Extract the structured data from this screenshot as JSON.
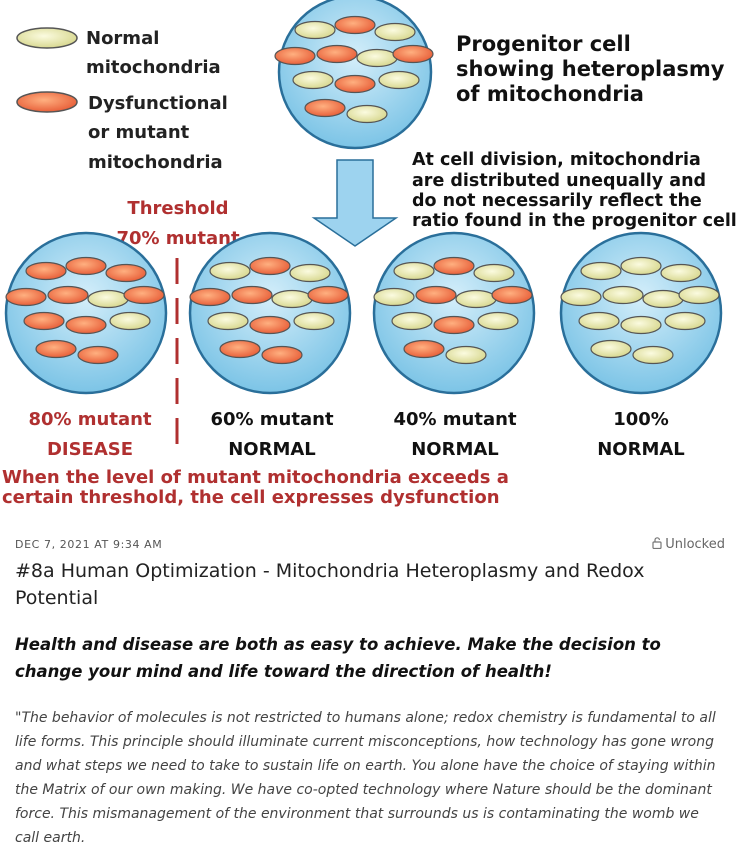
{
  "figure": {
    "legend": {
      "normal_line1": "Normal",
      "normal_line2": "mitochondria",
      "dys_line1": "Dysfunctional",
      "dys_line2": "or mutant",
      "dys_line3": "mitochondria"
    },
    "progenitor": {
      "line1": "Progenitor cell",
      "line2": "showing heteroplasmy",
      "line3": "of mitochondria"
    },
    "division": {
      "line1": "At cell division, mitochondria",
      "line2": "are distributed unequally and",
      "line3": "do not necessarily reflect the",
      "line4": "ratio found in the progenitor cell"
    },
    "threshold": {
      "line1": "Threshold",
      "line2": "70% mutant"
    },
    "cells": [
      {
        "line1": "80% mutant",
        "line2": "DISEASE",
        "mutant_fraction": 0.8
      },
      {
        "line1": "60% mutant",
        "line2": "NORMAL",
        "mutant_fraction": 0.6
      },
      {
        "line1": "40% mutant",
        "line2": "NORMAL",
        "mutant_fraction": 0.4
      },
      {
        "line1": "100%",
        "line2": "NORMAL",
        "mutant_fraction": 0.0
      }
    ],
    "conclusion": {
      "line1": "When the level of mutant mitochondria exceeds a",
      "line2": "certain threshold, the cell expresses dysfunction"
    },
    "colors": {
      "normal": "#e8e8a8",
      "mutant": "#f07848",
      "cell_fill": "#8fd0ec",
      "cell_edge": "#2a6f9a",
      "threshold_red": "#b03030",
      "arrow": "#9dd3ef"
    }
  },
  "post": {
    "date": "DEC 7, 2021 AT 9:34 AM",
    "unlock_icon": "unlock-icon",
    "status": "Unlocked",
    "title": "#8a Human Optimization - Mitochondria Heteroplasmy and Redox Potential",
    "subtitle": "Health and disease are both as easy to achieve. Make the decision to change your mind and life toward the direction of health!",
    "quote": "\"The behavior of molecules is not restricted to humans alone;  redox chemistry is fundamental to all life forms. This principle should illuminate current misconceptions, how technology has gone wrong and what steps we need to take to sustain life on earth.  You alone have the choice of staying within the Matrix of our own making. We have co-opted technology where Nature should be the dominant force. This mismanagement of the environment that surrounds us is contaminating the womb we call earth."
  }
}
